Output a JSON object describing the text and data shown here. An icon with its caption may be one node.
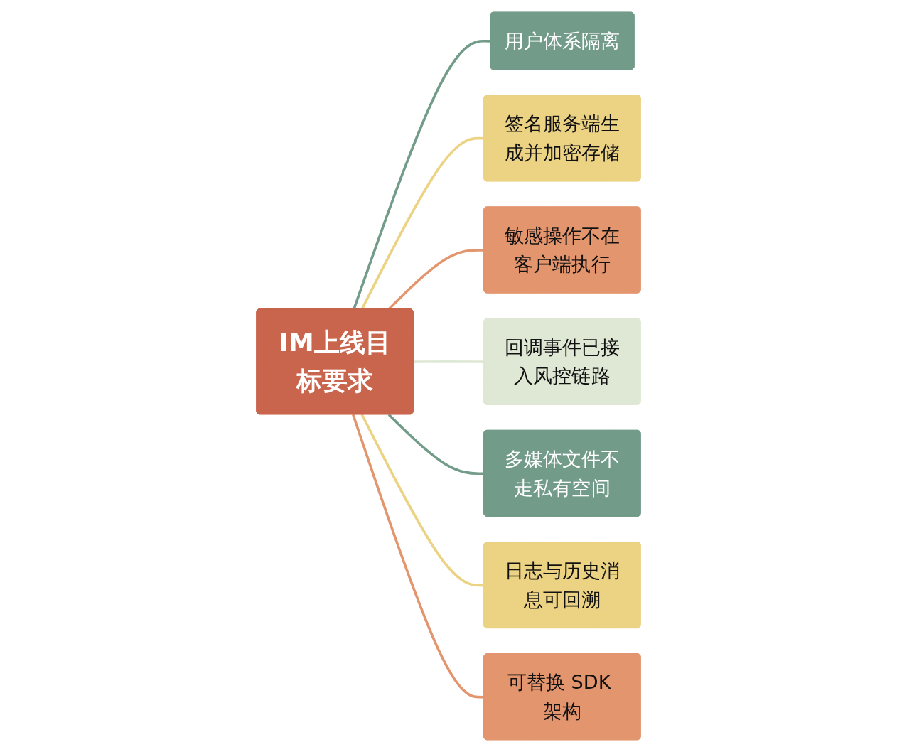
{
  "diagram": {
    "nodes": [
      {
        "text": [
          "IM上线目标要求"
        ]
      },
      {
        "text": [
          "用户体系隔离"
        ]
      },
      {
        "text": [
          "签名服务端生成并加密存储"
        ]
      },
      {
        "text": [
          "敏感操作不在客户端执行"
        ]
      },
      {
        "text": [
          "回调事件已接入风控链路"
        ]
      },
      {
        "text": [
          "多媒体文件不走私有空间"
        ]
      },
      {
        "text": [
          "日志与历史消息可回溯"
        ]
      },
      {
        "text": [
          "可替换 SDK 架构"
        ]
      }
    ],
    "edges": [
      {
        "from": 0,
        "to": 1,
        "arrow": "none",
        "color": "#729b89"
      },
      {
        "from": 0,
        "to": 2,
        "arrow": "none",
        "color": "#ecd384"
      },
      {
        "from": 0,
        "to": 3,
        "arrow": "none",
        "color": "#e3956e"
      },
      {
        "from": 0,
        "to": 4,
        "arrow": "none",
        "color": "#dfe8d5"
      },
      {
        "from": 0,
        "to": 5,
        "arrow": "none",
        "color": "#729b89"
      },
      {
        "from": 0,
        "to": 6,
        "arrow": "none",
        "color": "#ecd384"
      },
      {
        "from": 0,
        "to": 7,
        "arrow": "none",
        "color": "#e3956e"
      }
    ]
  }
}
